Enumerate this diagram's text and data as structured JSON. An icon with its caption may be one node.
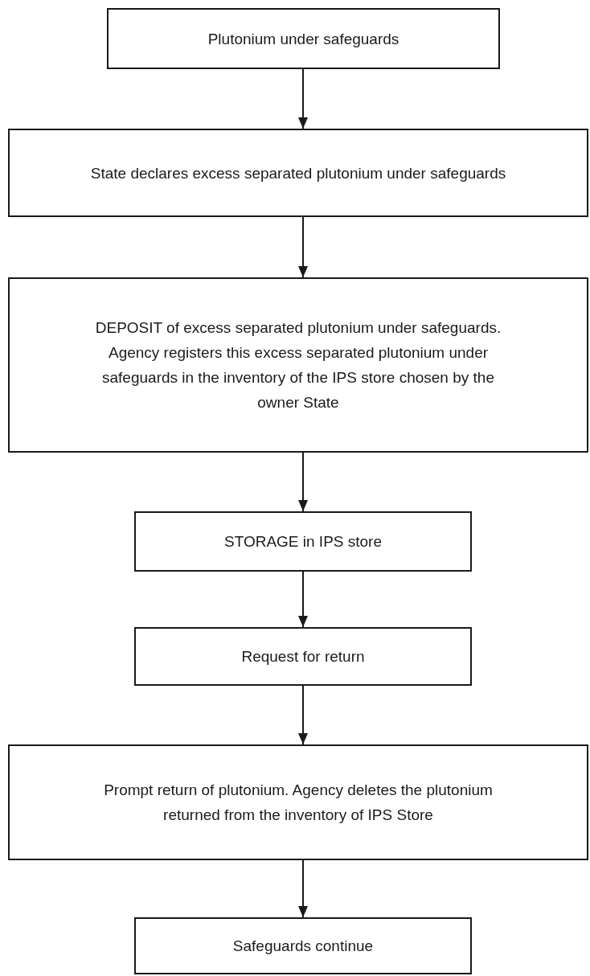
{
  "diagram": {
    "nodes": [
      {
        "text": [
          "Plutonium under safeguards"
        ]
      },
      {
        "text": [
          "State declares excess separated plutonium under safeguards"
        ]
      },
      {
        "text": [
          "DEPOSIT of excess separated plutonium under safeguards.  Agency registers this excess separated plutonium under safeguards in the inventory of the IPS store chosen by the owner State"
        ]
      },
      {
        "text": [
          "STORAGE in IPS store"
        ]
      },
      {
        "text": [
          "Request for return"
        ]
      },
      {
        "text": [
          "Prompt return of plutonium. Agency deletes the plutonium returned from the inventory of IPS Store"
        ]
      },
      {
        "text": [
          "Safeguards continue"
        ]
      }
    ],
    "edges": [
      {
        "from": 0,
        "to": 1,
        "arrow": "to"
      },
      {
        "from": 1,
        "to": 2,
        "arrow": "to"
      },
      {
        "from": 2,
        "to": 3,
        "arrow": "to"
      },
      {
        "from": 3,
        "to": 4,
        "arrow": "to"
      },
      {
        "from": 4,
        "to": 5,
        "arrow": "to"
      },
      {
        "from": 5,
        "to": 6,
        "arrow": "to"
      }
    ]
  }
}
